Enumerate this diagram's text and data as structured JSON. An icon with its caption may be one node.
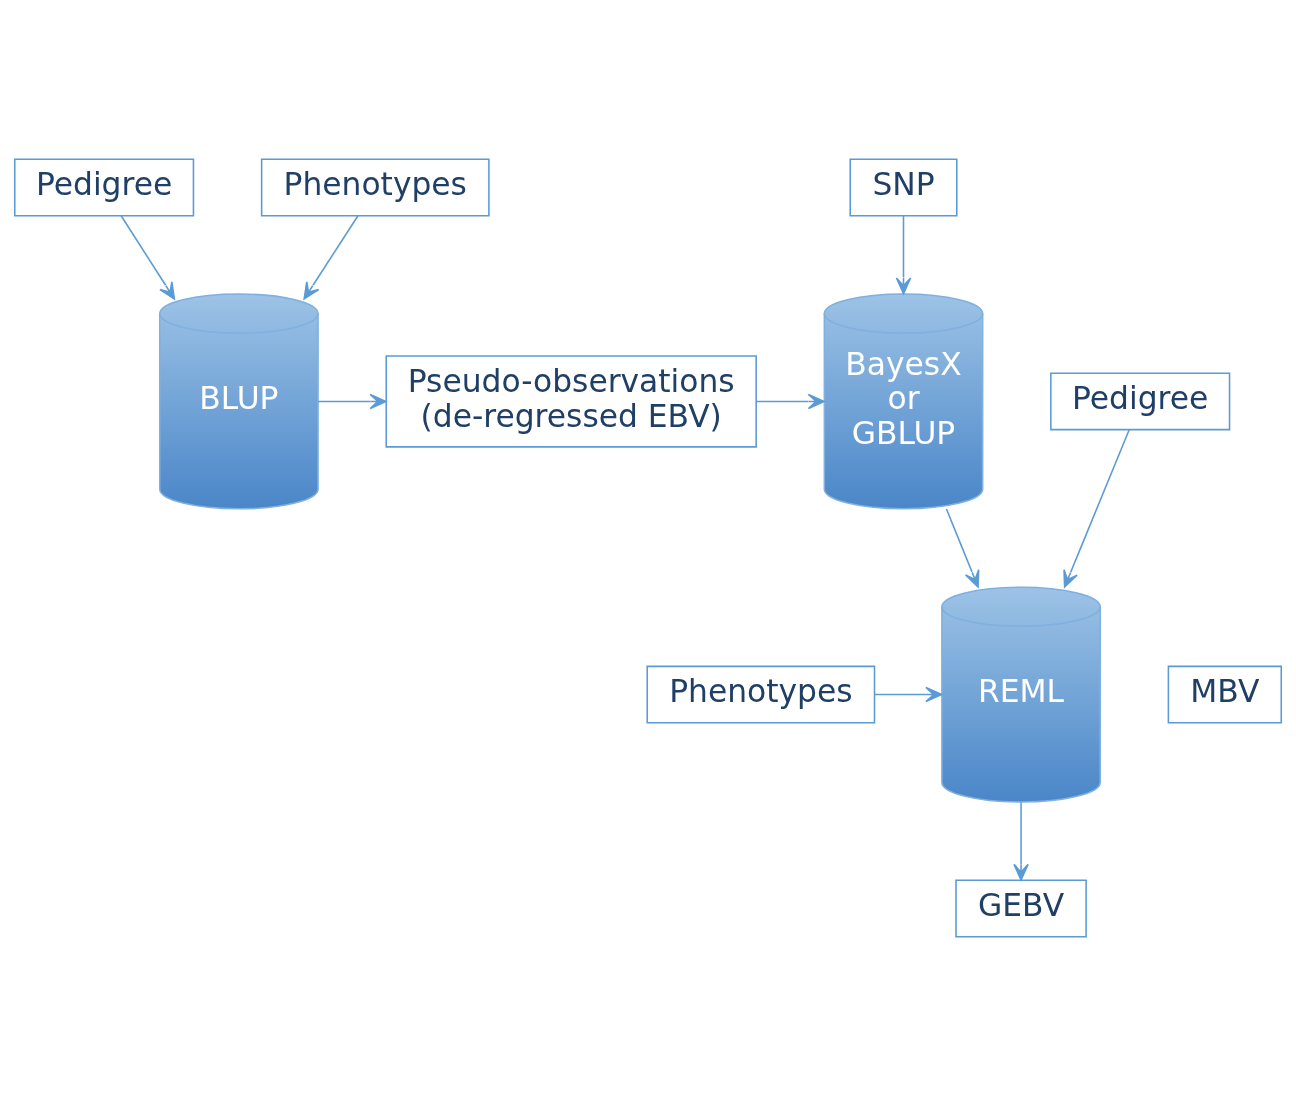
{
  "diagram": {
    "nodes": [
      {
        "text": [
          "Pedigree"
        ]
      },
      {
        "text": [
          "Phenotypes"
        ]
      },
      {
        "text": [
          "BLUP"
        ]
      },
      {
        "text": [
          "Pseudo-observations (de-regressed EBV)"
        ]
      },
      {
        "text": [
          "SNP"
        ]
      },
      {
        "text": [
          "BayesX or GBLUP"
        ]
      },
      {
        "text": [
          "MBV"
        ]
      },
      {
        "text": [
          "Phenotypes"
        ]
      },
      {
        "text": [
          "Pedigree"
        ]
      },
      {
        "text": [
          "REML"
        ]
      },
      {
        "text": [
          "GEBV"
        ]
      }
    ],
    "edges": [
      {
        "from": 0,
        "to": 2,
        "arrow": "to"
      },
      {
        "from": 1,
        "to": 2,
        "arrow": "to"
      },
      {
        "from": 2,
        "to": 3,
        "arrow": "to"
      },
      {
        "from": 3,
        "to": 5,
        "arrow": "to"
      },
      {
        "from": 4,
        "to": 5,
        "arrow": "to"
      },
      {
        "from": 5,
        "to": 9,
        "arrow": "to"
      },
      {
        "from": 7,
        "to": 9,
        "arrow": "to"
      },
      {
        "from": 8,
        "to": 9,
        "arrow": "to"
      },
      {
        "from": 9,
        "to": 10,
        "arrow": "to"
      }
    ]
  }
}
